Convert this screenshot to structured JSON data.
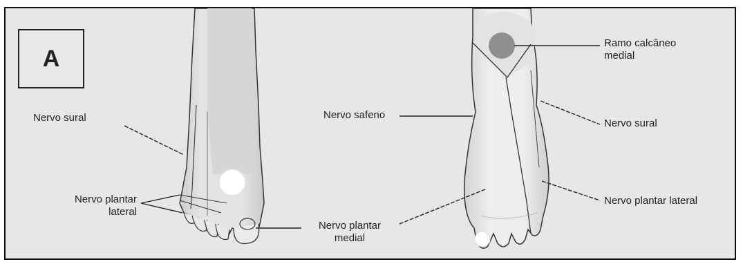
{
  "panel": {
    "label": "A"
  },
  "labels": {
    "sural_left": "Nervo sural",
    "plantar_lateral_left_line1": "Nervo plantar",
    "plantar_lateral_left_line2": "lateral",
    "plantar_medial_line1": "Nervo plantar",
    "plantar_medial_line2": "medial",
    "safeno": "Nervo safeno",
    "calcaneo_line1": "Ramo calcâneo",
    "calcaneo_line2": "medial",
    "sural_right": "Nervo sural",
    "plantar_lateral_right": "Nervo plantar lateral"
  },
  "colors": {
    "background": "#e7e7e7",
    "skin": "#ececec",
    "skin_shade": "#d9d9d9",
    "outline": "#333333",
    "calcaneal_spot": "#8f8f8f",
    "stimulus_spot": "#ffffff"
  }
}
